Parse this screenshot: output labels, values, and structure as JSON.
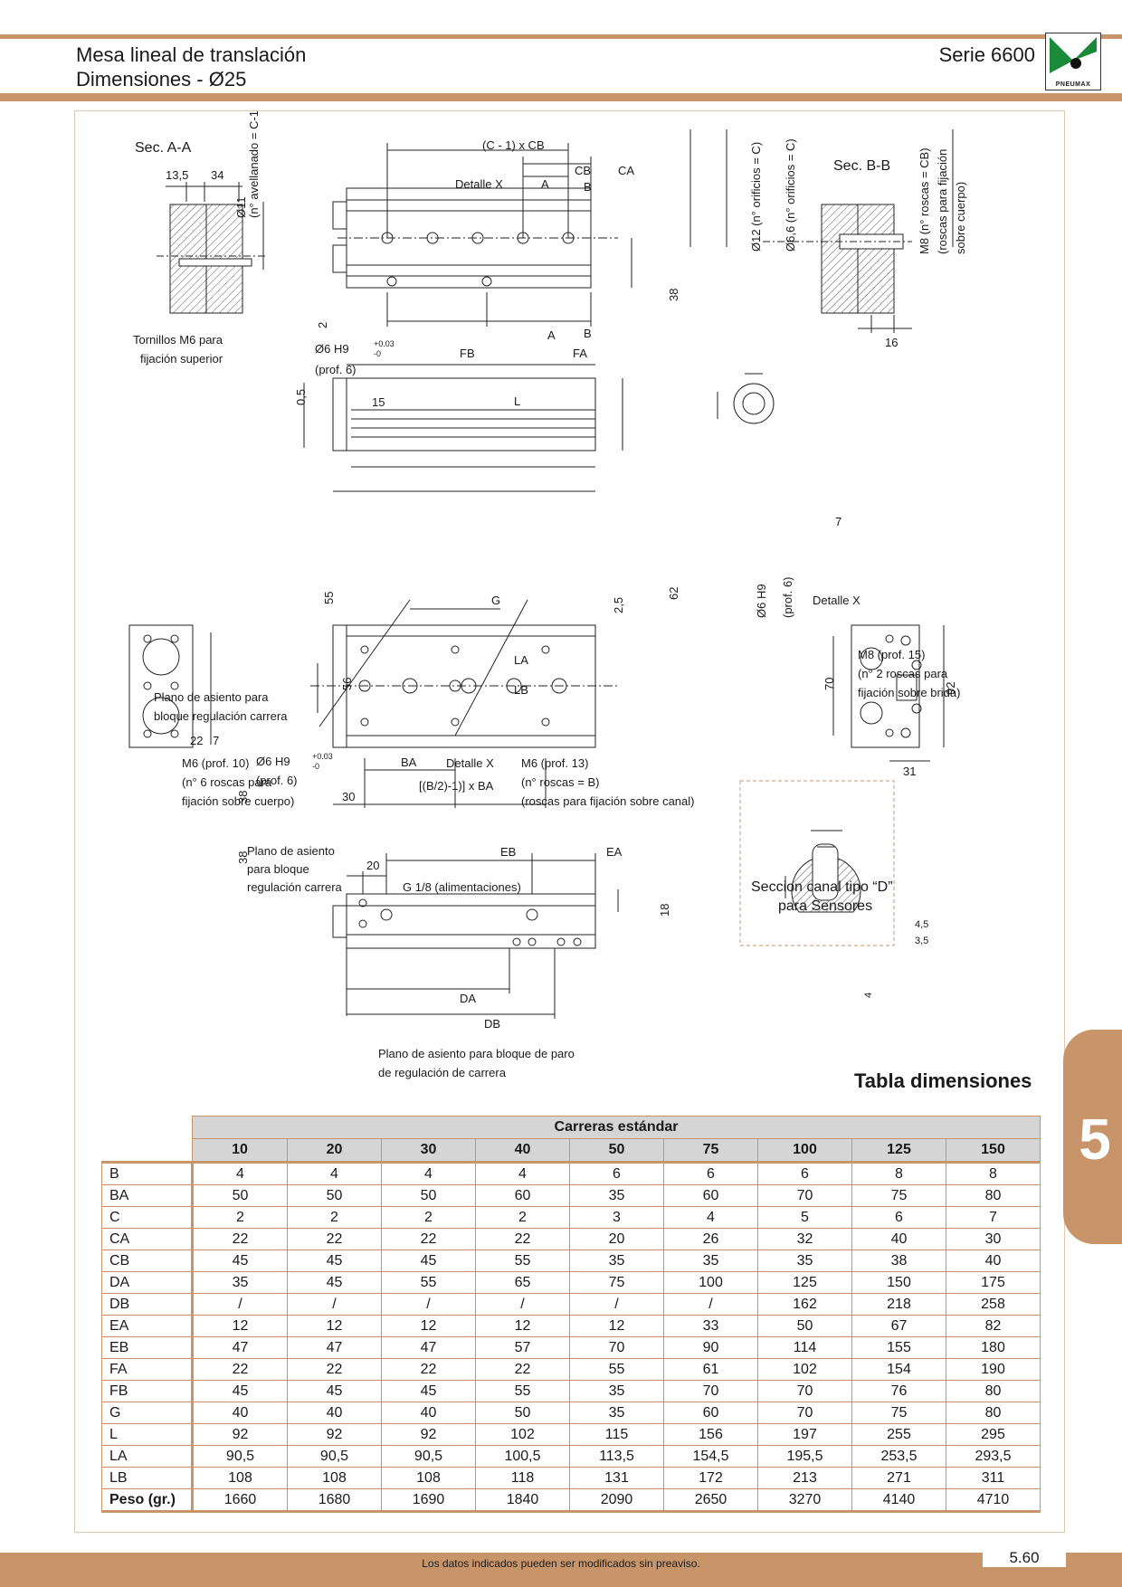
{
  "header": {
    "title_line1": "Mesa lineal de translación",
    "title_line2": "Dimensiones  - Ø25",
    "series": "Serie 6600",
    "logo_text": "PNEUMAX"
  },
  "drawing_labels": {
    "sec_aa": "Sec. A-A",
    "d135": "13,5",
    "d34": "34",
    "d11": "Ø11",
    "avellanado": "(n° avellanado = C-1)",
    "tornillos1": "Tornillos M6 para",
    "tornillos2": "fijación superior",
    "c1cb": "(C - 1) x CB",
    "detalle_x": "Detalle X",
    "a": "A",
    "b": "B",
    "cb": "CB",
    "ca": "CA",
    "d38": "38",
    "d2": "2",
    "o6h9": "Ø6 H9",
    "tol_plus": "+0.03",
    "tol_minus": "-0",
    "prof6": "(prof. 6)",
    "fb": "FB",
    "fa": "FA",
    "o12": "Ø12 (n° orificios = C)",
    "o66": "Ø6,6 (n° orificios = C)",
    "sec_bb": "Sec. B-B",
    "m8cb": "M8 (n° roscas = CB)",
    "roscas_fij": "(roscas para fijación",
    "sobre_cuerpo": "sobre cuerpo)",
    "d16": "16",
    "d05": "0,5",
    "d15": "15",
    "l": "L",
    "d55": "55",
    "d62": "62",
    "la": "LA",
    "lb": "LB",
    "d7": "7",
    "detx_o6": "Ø6 H9",
    "detx_title": "Detalle X",
    "m8prof15": "M8 (prof. 15)",
    "n2roscas": "(n° 2 roscas para",
    "fij_brida": "fijación sobre brida)",
    "plano1a": "Plano de asiento para",
    "plano1b": "bloque regulación carrera",
    "d22": "22",
    "g": "G",
    "d25": "2,5",
    "d56": "56",
    "d70": "70",
    "d92": "92",
    "m6prof10": "M6 (prof. 10)",
    "n6roscas": "(n° 6 roscas para",
    "fij_cuerpo": "fijación sobre cuerpo)",
    "ba": "BA",
    "b2ba": "[(B/2)-1)] x BA",
    "d30": "30",
    "m6prof13": "M6 (prof. 13)",
    "nroscasb": "(n° roscas = B)",
    "roscas_canal": "(roscas para fijación sobre canal)",
    "d31": "31",
    "plano2a": "Plano de asiento",
    "plano2b": "para bloque",
    "plano2c": "regulación carrera",
    "d20": "20",
    "eb": "EB",
    "ea": "EA",
    "g18": "G 1/8 (alimentaciones)",
    "d18": "18",
    "da": "DA",
    "db": "DB",
    "plano3a": "Plano de asiento para bloque de paro",
    "plano3b": "de regulación de carrera",
    "seccion1": "Seccion canal tipo “D”",
    "seccion2": "para Sensores",
    "d45": "4,5",
    "d35": "3,5",
    "d4": "4"
  },
  "table": {
    "title": "Tabla dimensiones",
    "group_header": "Carreras estándar",
    "columns": [
      "10",
      "20",
      "30",
      "40",
      "50",
      "75",
      "100",
      "125",
      "150"
    ],
    "rows": [
      {
        "label": "B",
        "values": [
          "4",
          "4",
          "4",
          "4",
          "6",
          "6",
          "6",
          "8",
          "8"
        ]
      },
      {
        "label": "BA",
        "values": [
          "50",
          "50",
          "50",
          "60",
          "35",
          "60",
          "70",
          "75",
          "80"
        ]
      },
      {
        "label": "C",
        "values": [
          "2",
          "2",
          "2",
          "2",
          "3",
          "4",
          "5",
          "6",
          "7"
        ]
      },
      {
        "label": "CA",
        "values": [
          "22",
          "22",
          "22",
          "22",
          "20",
          "26",
          "32",
          "40",
          "30"
        ]
      },
      {
        "label": "CB",
        "values": [
          "45",
          "45",
          "45",
          "55",
          "35",
          "35",
          "35",
          "38",
          "40"
        ]
      },
      {
        "label": "DA",
        "values": [
          "35",
          "45",
          "55",
          "65",
          "75",
          "100",
          "125",
          "150",
          "175"
        ]
      },
      {
        "label": "DB",
        "values": [
          "/",
          "/",
          "/",
          "/",
          "/",
          "/",
          "162",
          "218",
          "258"
        ]
      },
      {
        "label": "EA",
        "values": [
          "12",
          "12",
          "12",
          "12",
          "12",
          "33",
          "50",
          "67",
          "82"
        ]
      },
      {
        "label": "EB",
        "values": [
          "47",
          "47",
          "47",
          "57",
          "70",
          "90",
          "114",
          "155",
          "180"
        ]
      },
      {
        "label": "FA",
        "values": [
          "22",
          "22",
          "22",
          "22",
          "55",
          "61",
          "102",
          "154",
          "190"
        ]
      },
      {
        "label": "FB",
        "values": [
          "45",
          "45",
          "45",
          "55",
          "35",
          "70",
          "70",
          "76",
          "80"
        ]
      },
      {
        "label": "G",
        "values": [
          "40",
          "40",
          "40",
          "50",
          "35",
          "60",
          "70",
          "75",
          "80"
        ]
      },
      {
        "label": "L",
        "values": [
          "92",
          "92",
          "92",
          "102",
          "115",
          "156",
          "197",
          "255",
          "295"
        ]
      },
      {
        "label": "LA",
        "values": [
          "90,5",
          "90,5",
          "90,5",
          "100,5",
          "113,5",
          "154,5",
          "195,5",
          "253,5",
          "293,5"
        ]
      },
      {
        "label": "LB",
        "values": [
          "108",
          "108",
          "108",
          "118",
          "131",
          "172",
          "213",
          "271",
          "311"
        ]
      },
      {
        "label": "Peso (gr.)",
        "values": [
          "1660",
          "1680",
          "1690",
          "1840",
          "2090",
          "2650",
          "3270",
          "4140",
          "4710"
        ]
      }
    ]
  },
  "tab_number": "5",
  "footer": {
    "note": "Los datos indicados pueden ser modificados sin preaviso.",
    "page": "5.60"
  },
  "colors": {
    "accent": "#c8956a",
    "header_cell": "#d5d5d5"
  }
}
